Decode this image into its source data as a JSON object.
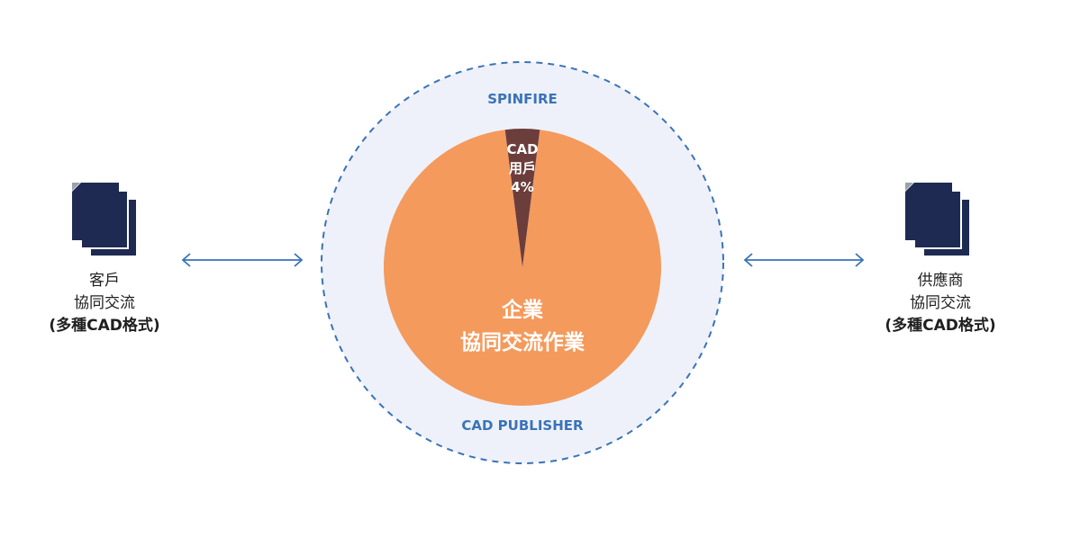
{
  "colors": {
    "ring_fill": "#eef1f9",
    "ring_border": "#3a73b8",
    "pie_main": "#f49a5c",
    "pie_slice": "#6b3d3b",
    "doc_icon": "#1e2a52",
    "arrow": "#3a73b8"
  },
  "diagram": {
    "ring_top_label": "SPINFIRE",
    "ring_bottom_label": "CAD PUBLISHER",
    "slice_line1": "CAD",
    "slice_line2": "用戶",
    "slice_line3": "4%",
    "main_line1": "企業",
    "main_line2": "協同交流作業",
    "left": {
      "line1": "客戶",
      "line2": "協同交流",
      "line3": "(多種CAD格式)"
    },
    "right": {
      "line1": "供應商",
      "line2": "協同交流",
      "line3": "(多種CAD格式)"
    }
  },
  "chart_data": {
    "type": "pie",
    "slices": [
      {
        "label": "CAD 用戶",
        "value": 4
      },
      {
        "label": "企業 協同交流作業",
        "value": 96
      }
    ]
  }
}
